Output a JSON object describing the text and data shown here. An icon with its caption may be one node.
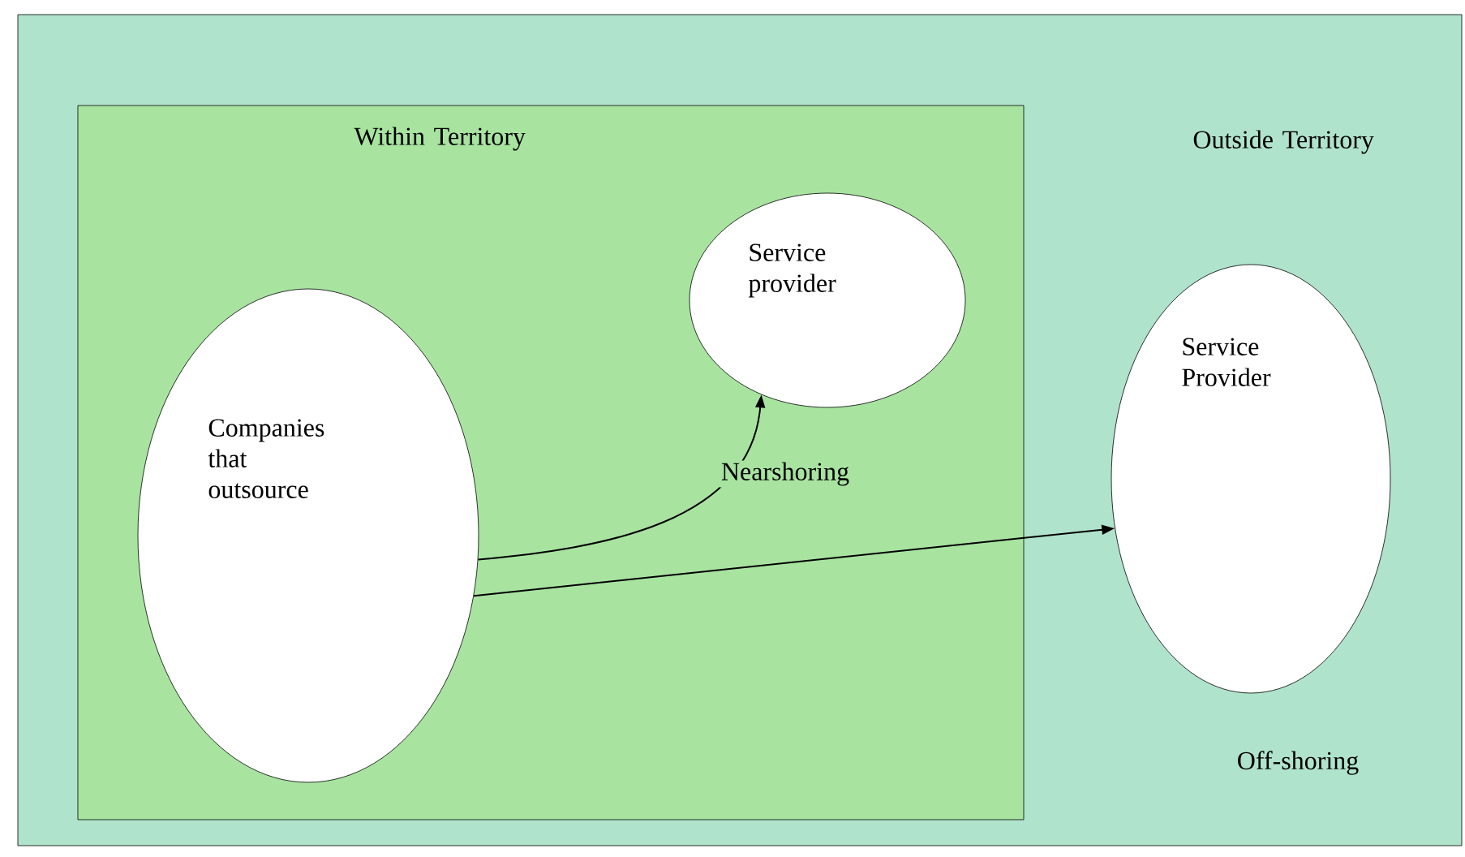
{
  "diagram": {
    "nodes": [
      {
        "text": [
          "Outside Territory"
        ]
      },
      {
        "text": [
          "Within Territory"
        ],
        "in": 0
      },
      {
        "text": [
          "Companies that outsource"
        ],
        "in": 1
      },
      {
        "text": [
          "Service provider"
        ],
        "in": 1
      },
      {
        "text": [
          "Service Provider"
        ],
        "in": 0
      }
    ],
    "edges": [
      {
        "from": 2,
        "to": 3,
        "arrow": "to",
        "label": "Nearshoring"
      },
      {
        "from": 2,
        "to": 4,
        "arrow": "to"
      }
    ],
    "labels": [
      "Off-shoring"
    ]
  }
}
